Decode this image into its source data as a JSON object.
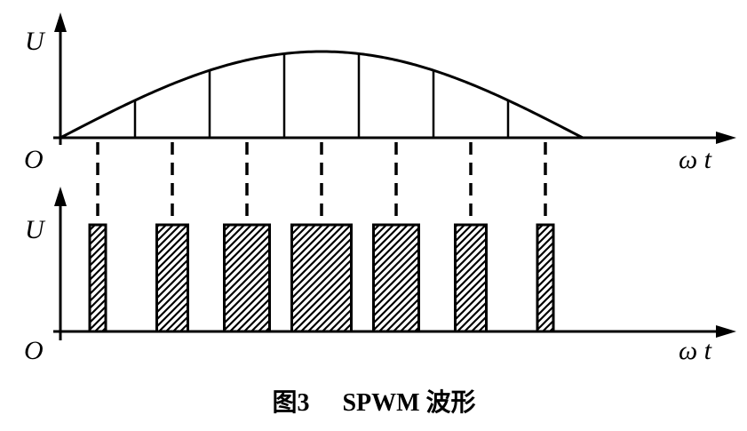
{
  "top_plot": {
    "y_label": "U",
    "origin_label": "O",
    "x_label": "ω t"
  },
  "bottom_plot": {
    "y_label": "U",
    "origin_label": "O",
    "x_label": "ω t"
  },
  "caption": {
    "figure_number": "图3",
    "title": "SPWM 波形"
  }
}
